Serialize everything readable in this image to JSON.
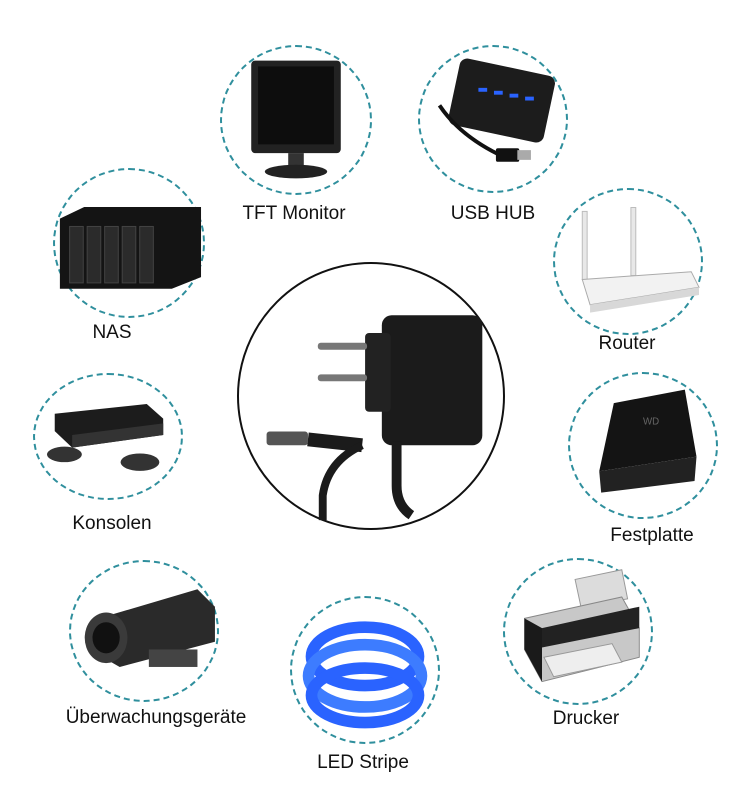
{
  "center": {
    "icon": "power-adapter-icon"
  },
  "devices": [
    {
      "id": "monitor",
      "label": "TFT Monitor",
      "icon": "monitor-icon"
    },
    {
      "id": "usbhub",
      "label": "USB HUB",
      "icon": "usb-hub-icon"
    },
    {
      "id": "nas",
      "label": "NAS",
      "icon": "nas-icon"
    },
    {
      "id": "router",
      "label": "Router",
      "icon": "router-icon"
    },
    {
      "id": "console",
      "label": "Konsolen",
      "icon": "game-console-icon"
    },
    {
      "id": "hdd",
      "label": "Festplatte",
      "icon": "hard-drive-icon"
    },
    {
      "id": "camera",
      "label": "Überwachungsgeräte",
      "icon": "security-camera-icon"
    },
    {
      "id": "led",
      "label": "LED Stripe",
      "icon": "led-strip-icon"
    },
    {
      "id": "printer",
      "label": "Drucker",
      "icon": "printer-icon"
    }
  ],
  "colors": {
    "ring": "#2f8f9d",
    "device": "#1a1a1a",
    "led": "#2a63ff"
  }
}
